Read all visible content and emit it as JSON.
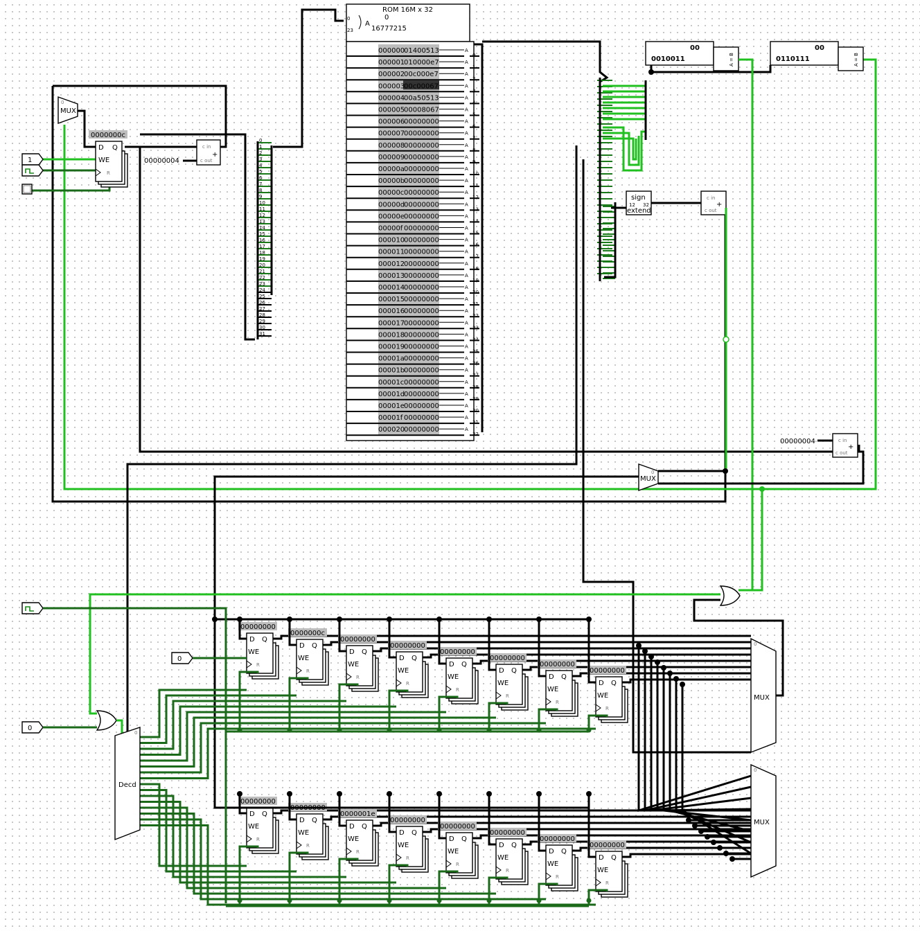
{
  "rom": {
    "title": "ROM 16M x 32",
    "range_lo": "0",
    "range_hi": "16777215",
    "addr_lo": "0",
    "addr_hi": "23",
    "addr_label": "A",
    "rows": [
      {
        "addr": "000000",
        "val": "01400513"
      },
      {
        "addr": "000001",
        "val": "010000e7"
      },
      {
        "addr": "000002",
        "val": "00c000e7"
      },
      {
        "addr": "000003",
        "val": "00c00067"
      },
      {
        "addr": "000004",
        "val": "00a50513"
      },
      {
        "addr": "000005",
        "val": "00008067"
      },
      {
        "addr": "000006",
        "val": "00000000"
      },
      {
        "addr": "000007",
        "val": "00000000"
      },
      {
        "addr": "000008",
        "val": "00000000"
      },
      {
        "addr": "000009",
        "val": "00000000"
      },
      {
        "addr": "00000a",
        "val": "00000000"
      },
      {
        "addr": "00000b",
        "val": "00000000"
      },
      {
        "addr": "00000c",
        "val": "00000000"
      },
      {
        "addr": "00000d",
        "val": "00000000"
      },
      {
        "addr": "00000e",
        "val": "00000000"
      },
      {
        "addr": "00000f",
        "val": "00000000"
      },
      {
        "addr": "000010",
        "val": "00000000"
      },
      {
        "addr": "000011",
        "val": "00000000"
      },
      {
        "addr": "000012",
        "val": "00000000"
      },
      {
        "addr": "000013",
        "val": "00000000"
      },
      {
        "addr": "000014",
        "val": "00000000"
      },
      {
        "addr": "000015",
        "val": "00000000"
      },
      {
        "addr": "000016",
        "val": "00000000"
      },
      {
        "addr": "000017",
        "val": "00000000"
      },
      {
        "addr": "000018",
        "val": "00000000"
      },
      {
        "addr": "000019",
        "val": "00000000"
      },
      {
        "addr": "00001a",
        "val": "00000000"
      },
      {
        "addr": "00001b",
        "val": "00000000"
      },
      {
        "addr": "00001c",
        "val": "00000000"
      },
      {
        "addr": "00001d",
        "val": "00000000"
      },
      {
        "addr": "00001e",
        "val": "00000000"
      },
      {
        "addr": "00001f",
        "val": "00000000"
      },
      {
        "addr": "000020",
        "val": "00000000"
      }
    ],
    "highlight_row": 3
  },
  "pc_register": {
    "value": "0000000c",
    "d": "D",
    "q": "Q",
    "we": "WE",
    "r": "R"
  },
  "pc_adder": {
    "const": "00000004",
    "cin": "c in",
    "cout": "c out",
    "op": "+"
  },
  "pc_mux": {
    "label": "MUX",
    "sel0": "0"
  },
  "jump_adder": {
    "const": "00000004",
    "cin": "c in",
    "cout": "c out",
    "op": "+"
  },
  "target_adder": {
    "cin": "c in",
    "cout": "c out",
    "op": "+"
  },
  "sign_extend": {
    "line1": "sign",
    "in": "12",
    "out": "32",
    "line2": "extend"
  },
  "main_mux": {
    "label": "MUX",
    "sel0": "0"
  },
  "comparator_1": {
    "top": "00",
    "bits": "0010011",
    "cmp": "A = B"
  },
  "comparator_2": {
    "top": "00",
    "bits": "0110111",
    "cmp": "A = B"
  },
  "register_file": {
    "bank1": [
      "00000000",
      "0000000c",
      "00000000",
      "00000000",
      "00000000",
      "00000000",
      "00000000",
      "00000000"
    ],
    "bank2": [
      "00000000",
      "00000000",
      "0000001e",
      "00000000",
      "00000000",
      "00000000",
      "00000000",
      "00000000"
    ]
  },
  "decoder": {
    "label": "Decd",
    "sel0": "0"
  },
  "read_mux_1": {
    "label": "MUX",
    "sel0": "0"
  },
  "read_mux_2": {
    "label": "MUX",
    "sel0": "0"
  },
  "inputs": {
    "pin1": "1",
    "pin2": "0",
    "pin3": "0",
    "clock_icon": "clock-icon",
    "button_icon": "button-icon"
  },
  "colors": {
    "wire_bus": "#000000",
    "wire_active": "#20c020",
    "wire_low": "#1a6a1a",
    "value_box": "#bdbdbd"
  }
}
